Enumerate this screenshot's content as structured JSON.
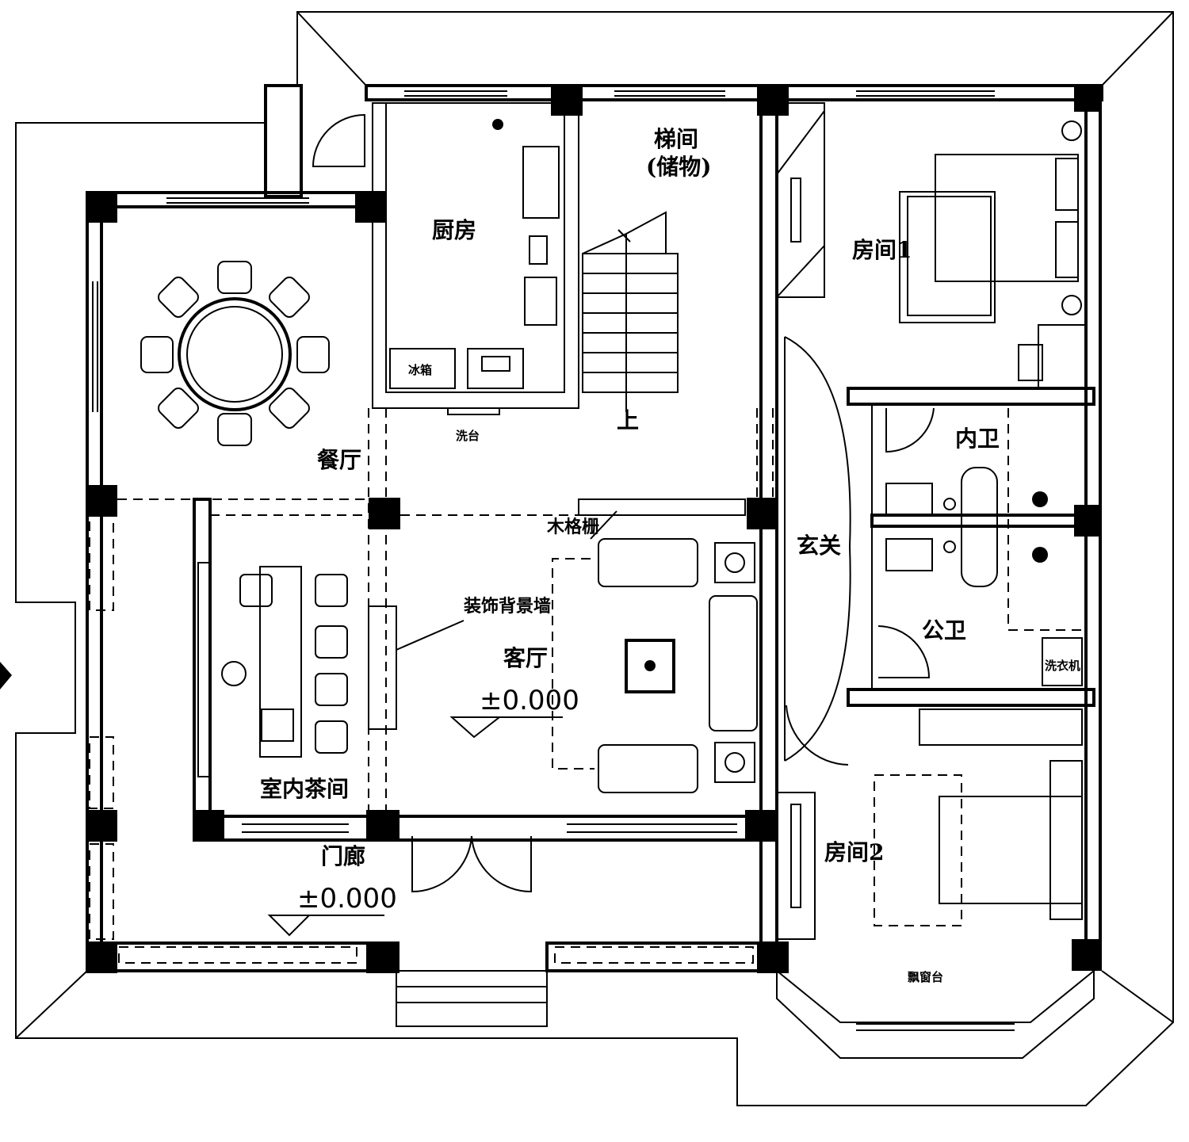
{
  "rooms": {
    "stair": "梯间",
    "storage": "(储物)",
    "kitchen": "厨房",
    "room1": "房间1",
    "dining": "餐厅",
    "inner_bath": "内卫",
    "foyer": "玄关",
    "public_bath": "公卫",
    "living": "客厅",
    "tea_room": "室内茶间",
    "porch": "门廊",
    "room2": "房间2"
  },
  "labels": {
    "stair_up": "上",
    "fridge": "冰箱",
    "sink_cabinet": "洗台",
    "wood_cabinet": "木格栅",
    "feature_wall": "装饰背景墙",
    "washer": "洗衣机",
    "bay_window": "飘窗台"
  },
  "elevations": {
    "living": "±0.000",
    "porch": "±0.000"
  }
}
